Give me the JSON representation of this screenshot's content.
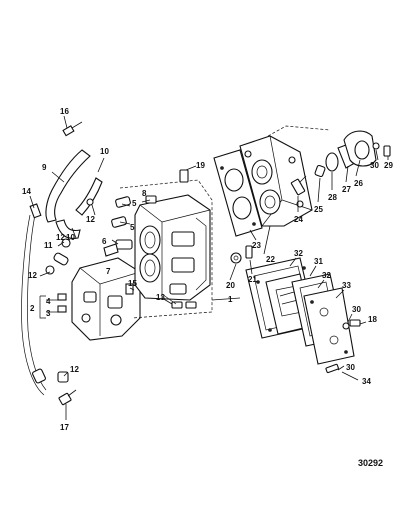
{
  "figure_number": "30292",
  "callouts": [
    "16",
    "9",
    "10",
    "14",
    "12",
    "11",
    "12",
    "10",
    "6",
    "5",
    "8",
    "5",
    "19",
    "7",
    "15",
    "13",
    "1",
    "12",
    "4",
    "3",
    "2",
    "12",
    "17",
    "20",
    "21",
    "23",
    "22",
    "24",
    "25",
    "28",
    "27",
    "26",
    "30",
    "29",
    "32",
    "31",
    "32",
    "33",
    "30",
    "18",
    "30",
    "34"
  ]
}
